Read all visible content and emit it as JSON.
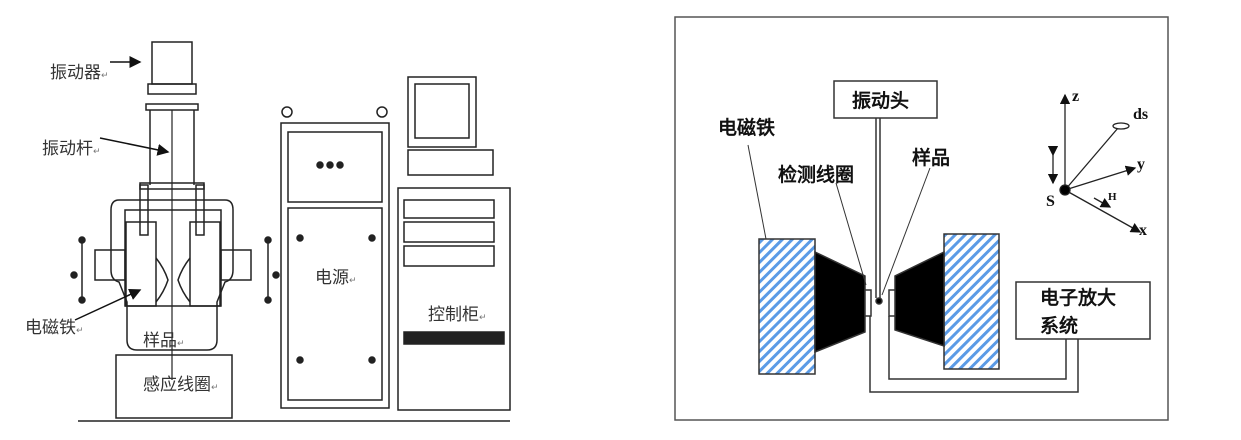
{
  "left_panel": {
    "labels": {
      "vibrator": "振动器",
      "vibration_rod": "振动杆",
      "electromagnet": "电磁铁",
      "sample": "样品",
      "induction_coil": "感应线圈",
      "power_supply": "电源",
      "control_cabinet": "控制柜"
    },
    "return_mark": "↵"
  },
  "right_panel": {
    "labels": {
      "vibration_head": "振动头",
      "electromagnet": "电磁铁",
      "detection_coil": "检测线圈",
      "sample": "样品",
      "amplifier_line1": "电子放大",
      "amplifier_line2": "系统"
    },
    "axes": {
      "z": "z",
      "y": "y",
      "x": "x",
      "ds": "ds",
      "S": "S",
      "H": "H"
    },
    "colors": {
      "hatch": "#4a8fe0",
      "pole": "#000000"
    }
  }
}
